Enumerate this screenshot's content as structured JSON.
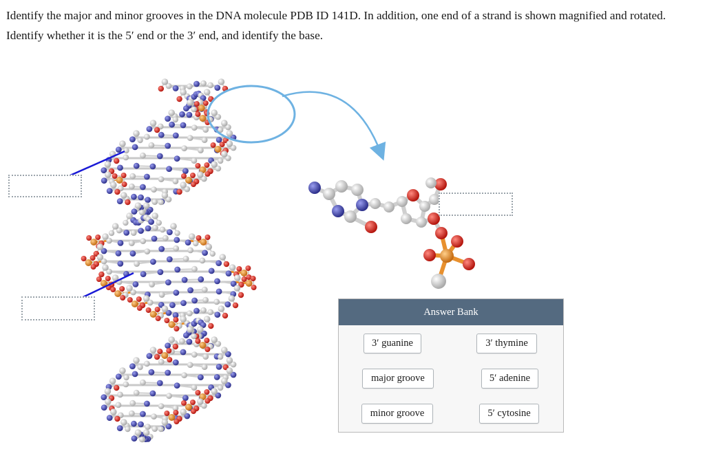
{
  "question": {
    "text": "Identify the major and minor grooves in the DNA molecule PDB ID 141D. In addition, one end of a strand is shown magnified and rotated. Identify whether it is the 5′ end or the 3′ end, and identify the base."
  },
  "answer_bank": {
    "title": "Answer Bank",
    "items": [
      "3′ guanine",
      "3′ thymine",
      "major groove",
      "5′ adenine",
      "minor groove",
      "5′ cytosine"
    ]
  },
  "colors": {
    "oxygen": "#d9322b",
    "carbon": "#e6e6e6",
    "nitrogen": "#4b4fb2",
    "phosphorus": "#e8902e",
    "pointer_line": "#1a1ad6",
    "highlight_circle": "#6eb2e2",
    "bank_header": "#546a80"
  }
}
